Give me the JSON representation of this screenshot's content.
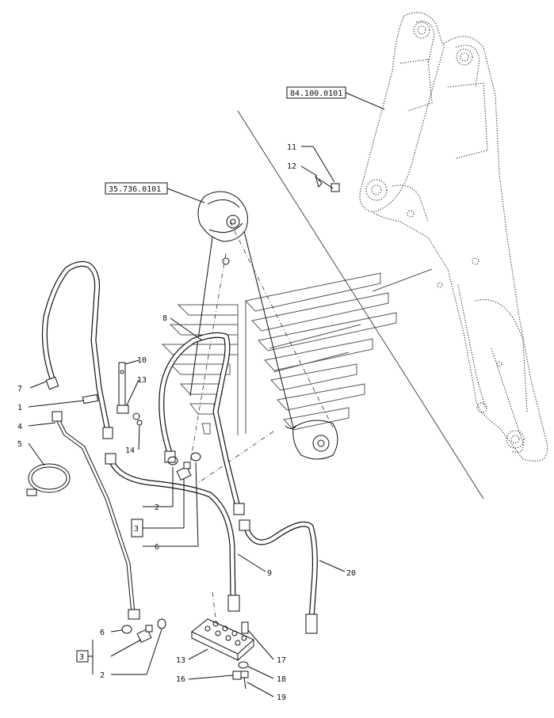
{
  "references": {
    "ref_boom": "84.100.0101",
    "ref_cylinder": "35.736.0101"
  },
  "callouts": {
    "c1": "1",
    "c2a": "2",
    "c2b": "2",
    "c3a": "3",
    "c3b": "3",
    "c4": "4",
    "c5": "5",
    "c6a": "6",
    "c6b": "6",
    "c7": "7",
    "c8": "8",
    "c9": "9",
    "c10": "10",
    "c11": "11",
    "c12": "12",
    "c13a": "13",
    "c13b": "13",
    "c14": "14",
    "c16": "16",
    "c17": "17",
    "c18": "18",
    "c19": "19",
    "c20": "20"
  }
}
